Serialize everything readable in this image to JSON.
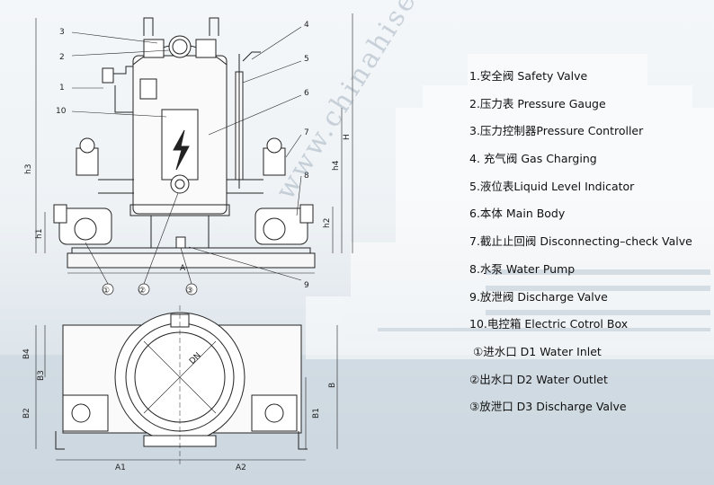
{
  "legend": [
    "1.安全阀 Safety Valve",
    "2.压力表 Pressure Gauge",
    "3.压力控制器Pressure Controller",
    "4. 充气阀 Gas Charging",
    "5.液位表Liquid Level Indicator",
    "6.本体 Main Body",
    "7.截止止回阀 Disconnecting–check Valve",
    "8.水泵 Water Pump",
    "9.放泄阀 Discharge Valve",
    "10.电控箱 Electric Cotrol Box",
    "①进水口 D1 Water Inlet",
    "②出水口 D2 Water Outlet",
    "③放泄口 D3 Discharge Valve"
  ],
  "callouts": {
    "c1": "1",
    "c2": "2",
    "c3": "3",
    "c4": "4",
    "c5": "5",
    "c6": "6",
    "c7": "7",
    "c8": "8",
    "c9": "9",
    "c10": "10",
    "o1": "①",
    "o2": "②",
    "o3": "③"
  },
  "dimensions": {
    "A": "A",
    "H": "H",
    "h1": "h1",
    "h2": "h2",
    "h3": "h3",
    "h4": "h4",
    "B": "B",
    "B1": "B1",
    "B2": "B2",
    "B3": "B3",
    "B4": "B4",
    "A1": "A1",
    "A2": "A2",
    "DN": "DN"
  },
  "watermark": "www.chinahisea.com"
}
